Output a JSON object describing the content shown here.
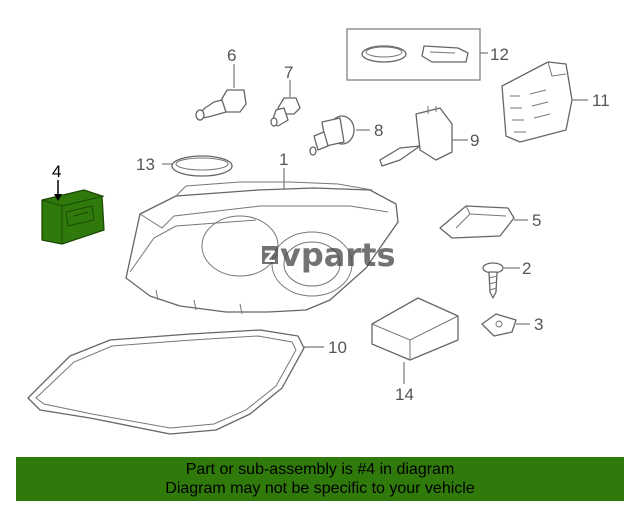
{
  "diagram": {
    "watermark": "vparts",
    "watermark_mark": "Z",
    "highlight_color": "#2f7a0a",
    "highlighted_part": "4",
    "callouts": [
      "1",
      "2",
      "3",
      "4",
      "5",
      "6",
      "7",
      "8",
      "9",
      "10",
      "11",
      "12",
      "13",
      "14"
    ]
  },
  "footer": {
    "line1": "Part or sub-assembly is #4 in diagram",
    "line2": "Diagram may not be specific to your vehicle",
    "background": "#2f7a0a"
  }
}
